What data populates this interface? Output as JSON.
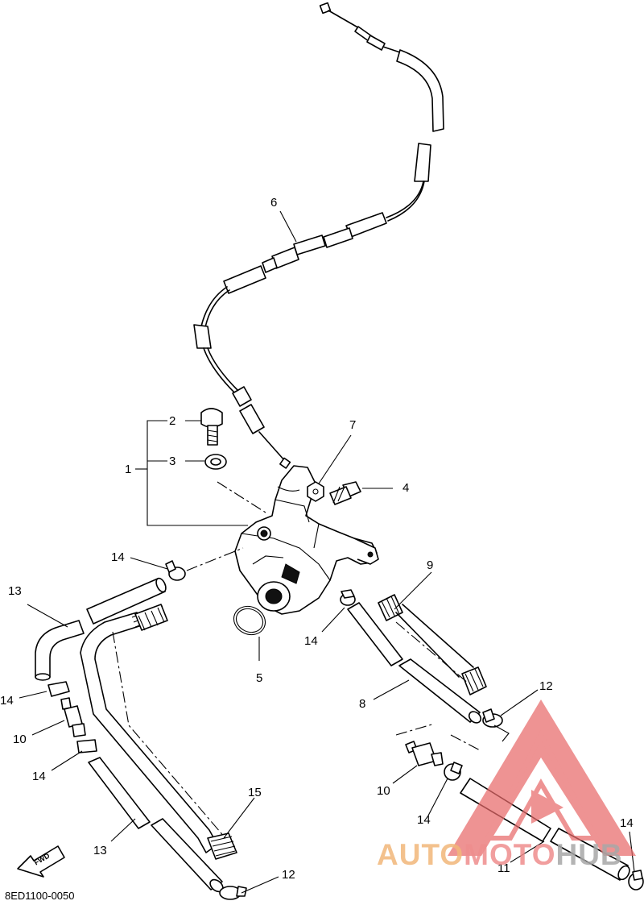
{
  "diagram": {
    "drawing_code": "8ED1100-0050",
    "callouts": [
      {
        "id": "c1",
        "label": "1"
      },
      {
        "id": "c2",
        "label": "2"
      },
      {
        "id": "c3",
        "label": "3"
      },
      {
        "id": "c4",
        "label": "4"
      },
      {
        "id": "c5",
        "label": "5"
      },
      {
        "id": "c6",
        "label": "6"
      },
      {
        "id": "c7",
        "label": "7"
      },
      {
        "id": "c8",
        "label": "8"
      },
      {
        "id": "c9",
        "label": "9"
      },
      {
        "id": "c10a",
        "label": "10"
      },
      {
        "id": "c10b",
        "label": "10"
      },
      {
        "id": "c11",
        "label": "11"
      },
      {
        "id": "c12a",
        "label": "12"
      },
      {
        "id": "c12b",
        "label": "12"
      },
      {
        "id": "c13a",
        "label": "13"
      },
      {
        "id": "c13b",
        "label": "13"
      },
      {
        "id": "c14a",
        "label": "14"
      },
      {
        "id": "c14b",
        "label": "14"
      },
      {
        "id": "c14c",
        "label": "14"
      },
      {
        "id": "c14d",
        "label": "14"
      },
      {
        "id": "c14e",
        "label": "14"
      },
      {
        "id": "c14f",
        "label": "14"
      },
      {
        "id": "c15",
        "label": "15"
      }
    ],
    "fwd_arrow_text": "FWD"
  },
  "watermark": {
    "part1": "AUTO",
    "part2": "MOTO",
    "part3": "HUB",
    "colors": {
      "auto": "#f2b77a",
      "moto": "#ef8e8e",
      "hub": "#a8a8a8",
      "triangle": "#e86a6a"
    }
  }
}
